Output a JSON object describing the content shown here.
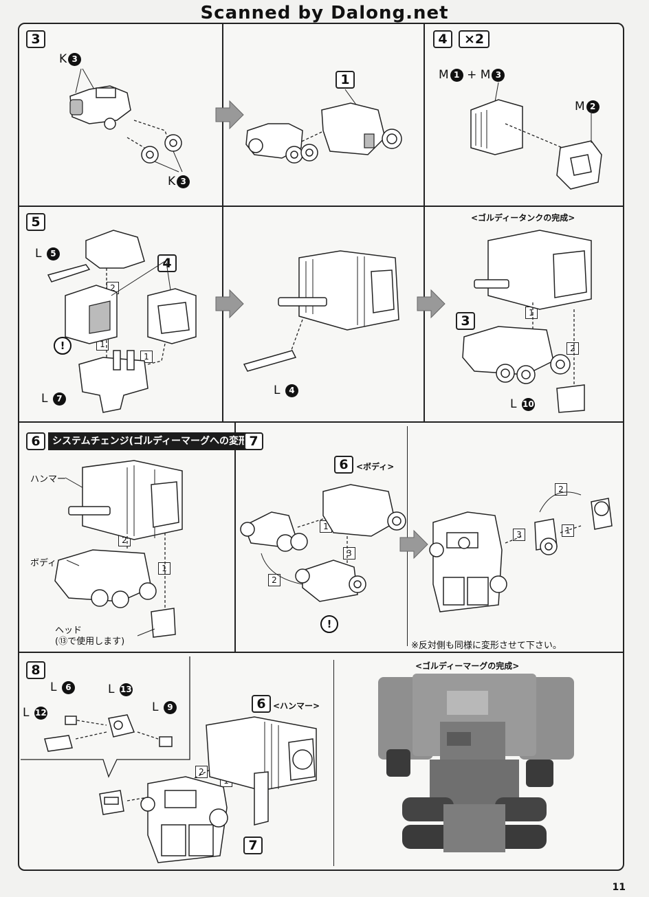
{
  "header": {
    "scanner_credit": "Scanned by Dalong.net"
  },
  "page": {
    "number": "11"
  },
  "steps": {
    "s3": {
      "number": "3",
      "label_top": "K",
      "label_top_circle": "3",
      "label_bottom": "K",
      "label_bottom_circle": "3",
      "callout": "1"
    },
    "s4": {
      "number": "4",
      "multiplier": "×2",
      "label_m1": "M",
      "label_m1_circle": "1",
      "plus": "+",
      "label_m3": "M",
      "label_m3_circle": "3",
      "label_m2": "M",
      "label_m2_circle": "2"
    },
    "s5": {
      "number": "5",
      "label_l5": "L",
      "label_l5_circle": "5",
      "label_l7": "L",
      "label_l7_circle": "7",
      "label_l4": "L",
      "label_l4_circle": "4",
      "callout_4": "4",
      "sub_1": "1",
      "sub_2": "2",
      "sub_1b": "1",
      "complete_caption": "<ゴルディータンクの完成>",
      "callout_3": "3",
      "label_l10": "L",
      "label_l10_circle": "10",
      "sub_1c": "1",
      "sub_2c": "2"
    },
    "s6": {
      "number": "6",
      "banner": "システムチェンジ(ゴルディーマーグへの変形)",
      "hammer": "ハンマー",
      "body": "ボディ",
      "head": "ヘッド",
      "head_note": "(⑬で使用します)",
      "sub_1": "1",
      "sub_2": "2"
    },
    "s7": {
      "number": "7",
      "callout_6": "6",
      "body_caption": "<ボディ>",
      "sub_1": "1",
      "sub_2": "2",
      "sub_3": "3",
      "sub_r1": "1",
      "sub_r2": "2",
      "sub_r3": "3",
      "note": "※反対側も同様に変形させて下さい。"
    },
    "s8": {
      "number": "8",
      "label_l6": "L",
      "label_l6_circle": "6",
      "label_l13": "L",
      "label_l13_circle": "13",
      "label_l12": "L",
      "label_l12_circle": "12",
      "label_l9": "L",
      "label_l9_circle": "9",
      "callout_6": "6",
      "hammer_caption": "<ハンマー>",
      "callout_7": "7",
      "sub_1": "1",
      "sub_2": "2",
      "complete_caption": "<ゴルディーマーグの完成>"
    }
  },
  "warnings": {
    "symbol": "!"
  },
  "colors": {
    "ink": "#222222",
    "photo_grey": "#8a8a8a",
    "photo_dark": "#3a3a3a",
    "paper": "#f7f7f5"
  }
}
